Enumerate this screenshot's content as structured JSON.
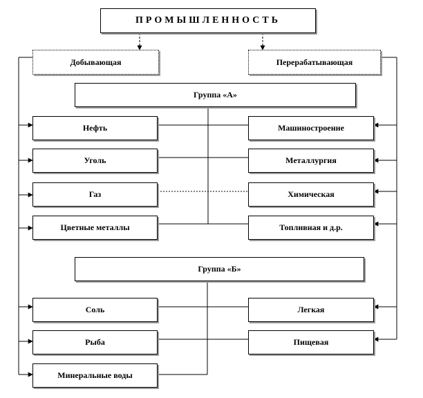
{
  "title": "ПРОМЫШЛЕННОСТЬ",
  "branches": {
    "left": "Добывающая",
    "right": "Перерабатывающая"
  },
  "group_a": {
    "label": "Группа «А»",
    "left_items": [
      "Нефть",
      "Уголь",
      "Газ",
      "Цветные металлы"
    ],
    "right_items": [
      "Машиностроение",
      "Металлургия",
      "Химическая",
      "Топливная и д.р."
    ]
  },
  "group_b": {
    "label": "Группа «Б»",
    "left_items": [
      "Соль",
      "Рыба",
      "Минеральные воды"
    ],
    "right_items": [
      "Легкая",
      "Пищевая"
    ]
  }
}
